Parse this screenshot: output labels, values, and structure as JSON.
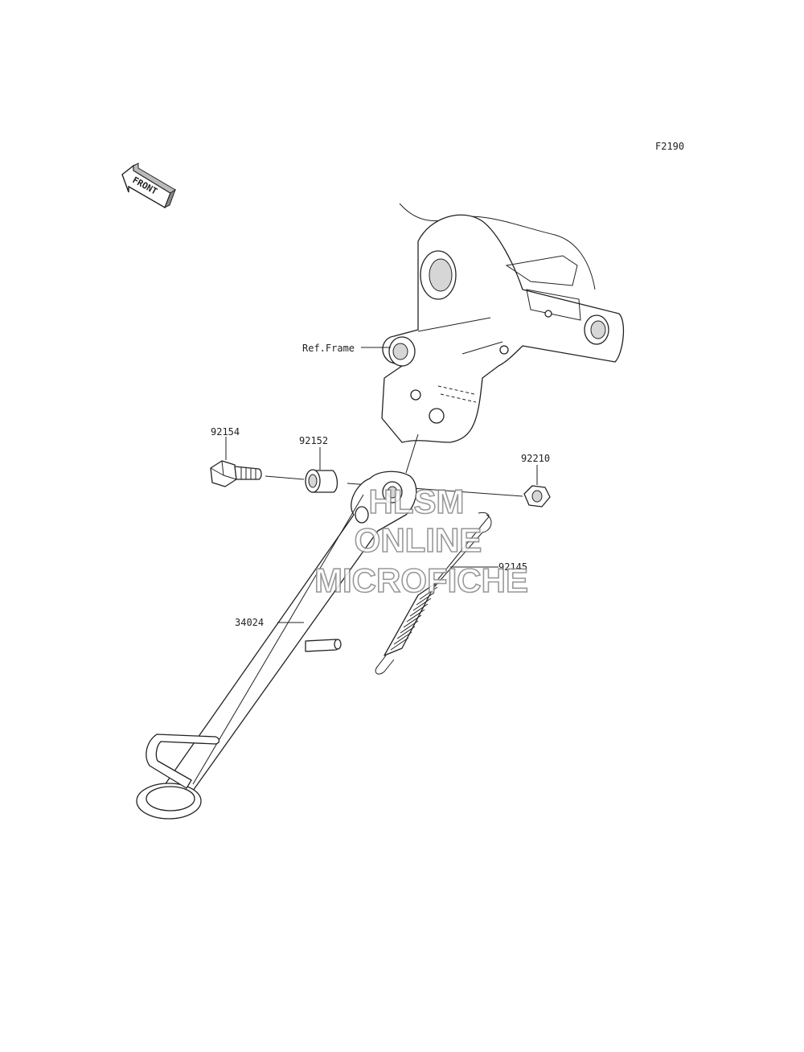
{
  "figure": {
    "code": "F2190",
    "front_arrow_text": "FRONT"
  },
  "callouts": [
    {
      "id": "ref-frame",
      "text": "Ref.Frame"
    },
    {
      "id": "92154",
      "text": "92154"
    },
    {
      "id": "92152",
      "text": "92152"
    },
    {
      "id": "92210",
      "text": "92210"
    },
    {
      "id": "92145",
      "text": "92145"
    },
    {
      "id": "34024",
      "text": "34024"
    }
  ],
  "watermark": {
    "line1": "HLSM",
    "line2": "ONLINE",
    "line3": "MICROFICHE"
  }
}
